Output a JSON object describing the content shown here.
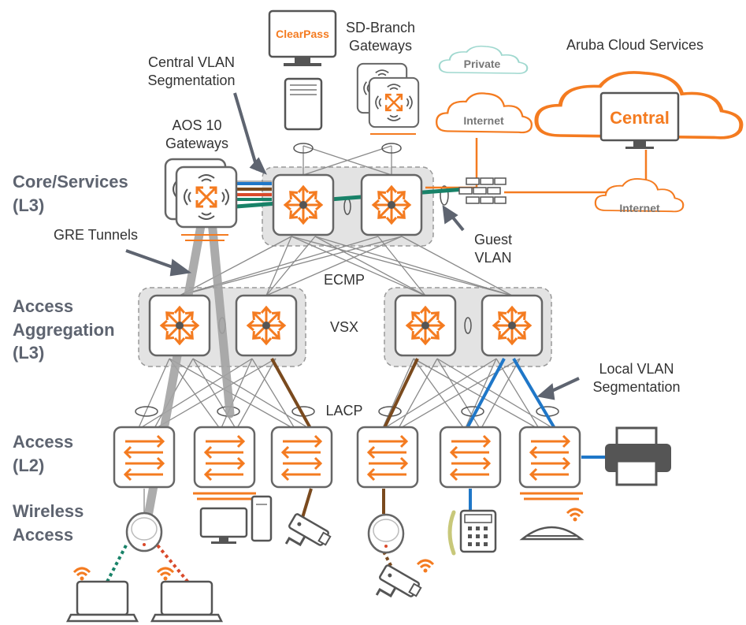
{
  "tiers": {
    "core_line1": "Core/Services",
    "core_line2": "(L3)",
    "agg_line1": "Access",
    "agg_line2": "Aggregation",
    "agg_line3": "(L3)",
    "access_line1": "Access",
    "access_line2": "(L2)",
    "wireless_line1": "Wireless",
    "wireless_line2": "Access"
  },
  "labels": {
    "central_vlan_1": "Central VLAN",
    "central_vlan_2": "Segmentation",
    "aos_1": "AOS 10",
    "aos_2": "Gateways",
    "sdbranch_1": "SD-Branch",
    "sdbranch_2": "Gateways",
    "cloud_services": "Aruba Cloud Services",
    "gre": "GRE Tunnels",
    "guest_1": "Guest",
    "guest_2": "VLAN",
    "ecmp": "ECMP",
    "vsx": "VSX",
    "lacp": "LACP",
    "local_vlan_1": "Local VLAN",
    "local_vlan_2": "Segmentation"
  },
  "boxes": {
    "clearpass": "ClearPass",
    "central": "Central",
    "private_cloud": "Private",
    "internet_1": "Internet",
    "internet_2": "Internet"
  },
  "colors": {
    "orange": "#f47b20",
    "gray": "#8a8a8a",
    "blue": "#1f77c8",
    "brown": "#7a4a1e",
    "teal": "#188268",
    "red": "#d94a2b",
    "private_cloud": "#9fd8cf",
    "group_fill": "#e3e3e3"
  },
  "icons": [
    "clearpass-server-icon",
    "server-icon",
    "gateway-icon",
    "core-switch-icon",
    "aggregation-switch-icon",
    "access-switch-icon",
    "access-point-icon",
    "laptop-icon",
    "desktop-icon",
    "camera-icon",
    "phone-icon",
    "printer-icon",
    "router-icon",
    "firewall-icon",
    "cloud-icon",
    "monitor-icon",
    "wifi-icon"
  ]
}
